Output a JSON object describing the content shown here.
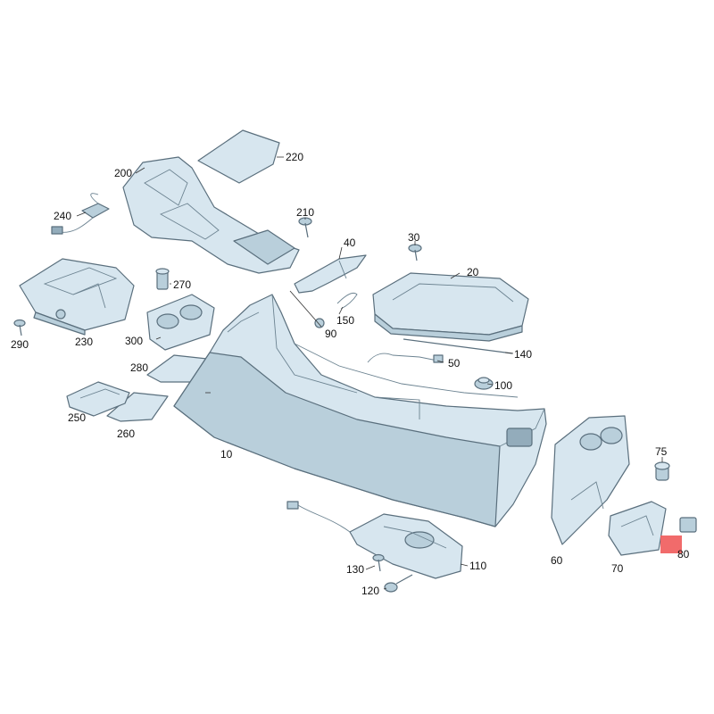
{
  "labels": {
    "p10": "10",
    "p20": "20",
    "p30": "30",
    "p40": "40",
    "p50": "50",
    "p60": "60",
    "p70": "70",
    "p75": "75",
    "p80": "80",
    "p90": "90",
    "p100": "100",
    "p110": "110",
    "p120": "120",
    "p130": "130",
    "p140": "140",
    "p150": "150",
    "p200": "200",
    "p210": "210",
    "p220": "220",
    "p230": "230",
    "p240": "240",
    "p250": "250",
    "p260": "260",
    "p270": "270",
    "p280": "280",
    "p290": "290",
    "p300": "300"
  },
  "colors": {
    "part_fill": "#d7e6ef",
    "part_shade": "#b9cfdb",
    "part_dark": "#93acbb",
    "outline": "#5a6f7d",
    "highlight": "#f05b5b"
  }
}
